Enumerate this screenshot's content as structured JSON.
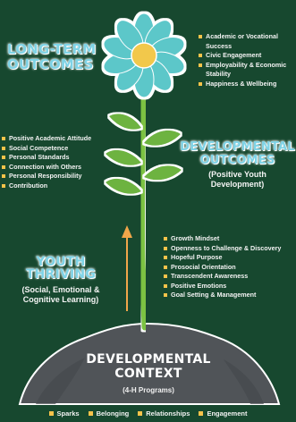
{
  "headings": {
    "long_term_line1": "LONG-TERM",
    "long_term_line2": "OUTCOMES",
    "developmental_line1": "DEVELOPMENTAL",
    "developmental_line2": "OUTCOMES",
    "developmental_sub_line1": "(Positive Youth",
    "developmental_sub_line2": "Development)",
    "youth_thriving": "YOUTH THRIVING",
    "youth_sub_line1": "(Social, Emotional &",
    "youth_sub_line2": "Cognitive Learning)",
    "context_line1": "DEVELOPMENTAL",
    "context_line2": "CONTEXT",
    "context_sub": "(4-H Programs)"
  },
  "long_term_outcomes": [
    "Academic or Vocational Success",
    "Civic Engagement",
    "Employability & Economic Stability",
    "Happiness & Wellbeing"
  ],
  "developmental_outcomes": [
    "Positive Academic Attitude",
    "Social Competence",
    "Personal Standards",
    "Connection with Others",
    "Personal Responsibility",
    "Contribution"
  ],
  "youth_thriving_items": [
    "Growth Mindset",
    "Openness to Challenge & Discovery",
    "Hopeful Purpose",
    "Prosocial Orientation",
    "Transcendent Awareness",
    "Positive Emotions",
    "Goal Setting & Management"
  ],
  "context_items": [
    "Sparks",
    "Belonging",
    "Relationships",
    "Engagement"
  ],
  "colors": {
    "background": "#17482f",
    "heading": "#7fd3e6",
    "petal": "#5cc7c9",
    "flower_center": "#f2c84b",
    "stem": "#7cc242",
    "leaf": "#6db33f",
    "arrow": "#f0a64a",
    "soil": "#505458",
    "bullet": "#f6c34a"
  },
  "icons": [
    "flower-icon",
    "leaf-icon",
    "up-arrow-icon",
    "soil-mound-icon"
  ]
}
